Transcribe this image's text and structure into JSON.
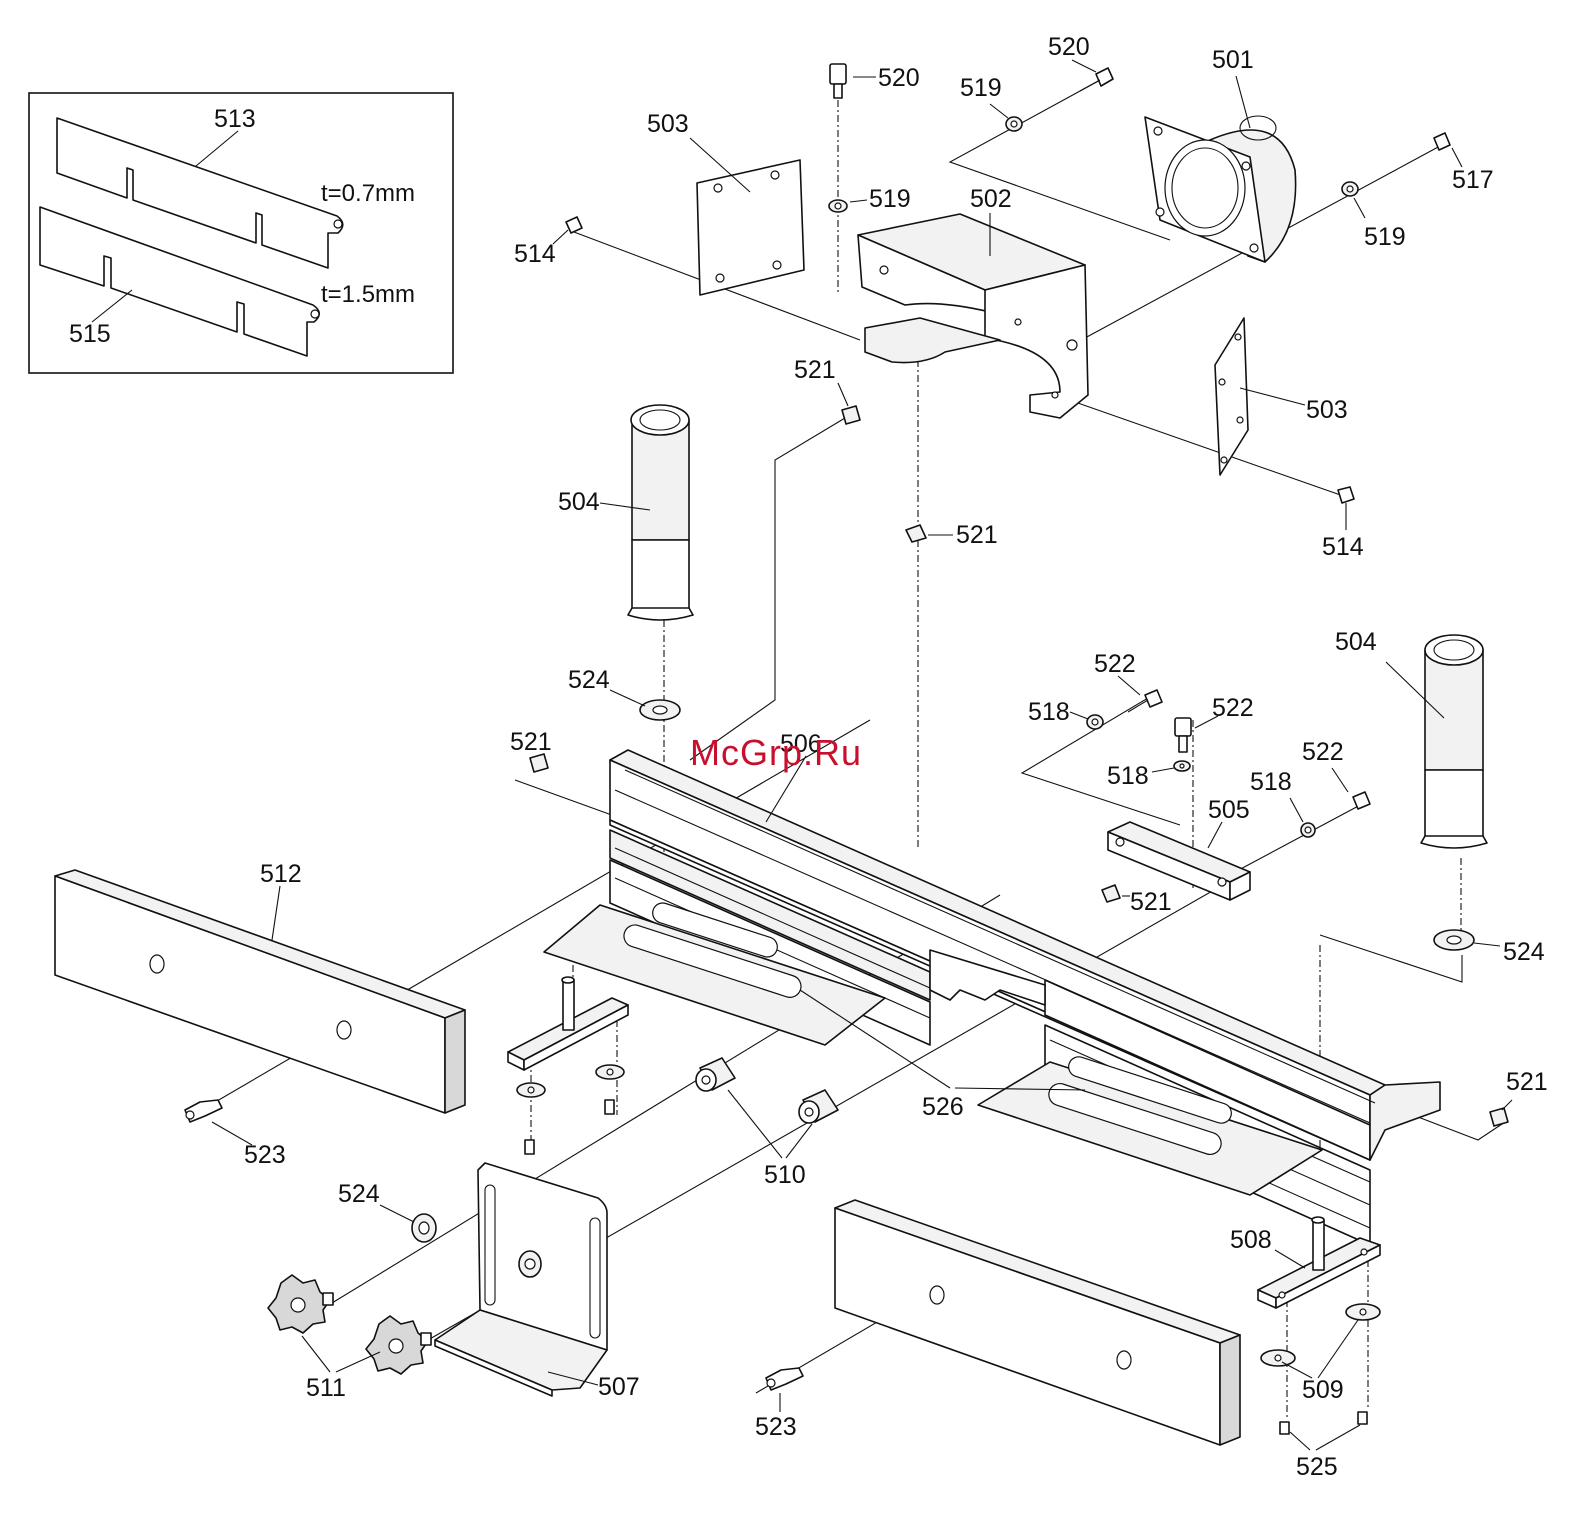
{
  "watermark": "McGrp.Ru",
  "inset": {
    "thickness_513": "t=0.7mm",
    "thickness_515": "t=1.5mm"
  },
  "callouts": {
    "c501": "501",
    "c502": "502",
    "c503a": "503",
    "c503b": "503",
    "c504a": "504",
    "c504b": "504",
    "c505": "505",
    "c506": "506",
    "c507": "507",
    "c508": "508",
    "c509": "509",
    "c510": "510",
    "c511": "511",
    "c512": "512",
    "c513": "513",
    "c514a": "514",
    "c514b": "514",
    "c515": "515",
    "c517": "517",
    "c518a": "518",
    "c518b": "518",
    "c518c": "518",
    "c519a": "519",
    "c519b": "519",
    "c519c": "519",
    "c520a": "520",
    "c520b": "520",
    "c521a": "521",
    "c521b": "521",
    "c521c": "521",
    "c521d": "521",
    "c521e": "521",
    "c522a": "522",
    "c522b": "522",
    "c522c": "522",
    "c523a": "523",
    "c523b": "523",
    "c524a": "524",
    "c524b": "524",
    "c524c": "524",
    "c525": "525",
    "c526": "526"
  }
}
